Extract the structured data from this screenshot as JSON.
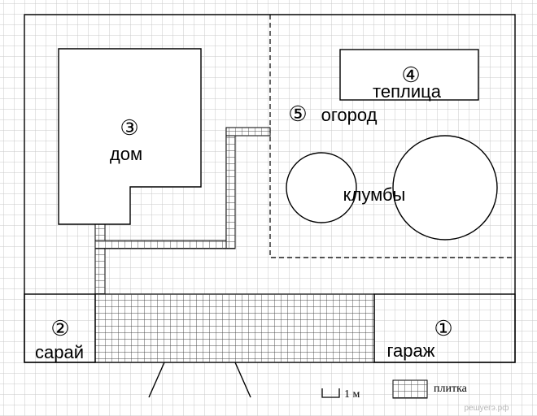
{
  "plan": {
    "labels": {
      "house": "дом",
      "shed": "сарай",
      "garage": "гараж",
      "greenhouse": "теплица",
      "garden": "огород",
      "flowerbeds": "клумбы"
    },
    "numbers": {
      "garage": "①",
      "shed": "②",
      "house": "③",
      "greenhouse": "④",
      "garden": "⑤"
    },
    "legend": {
      "scale": "1 м",
      "tile": "плитка"
    },
    "watermark": "решуегэ.рф"
  }
}
